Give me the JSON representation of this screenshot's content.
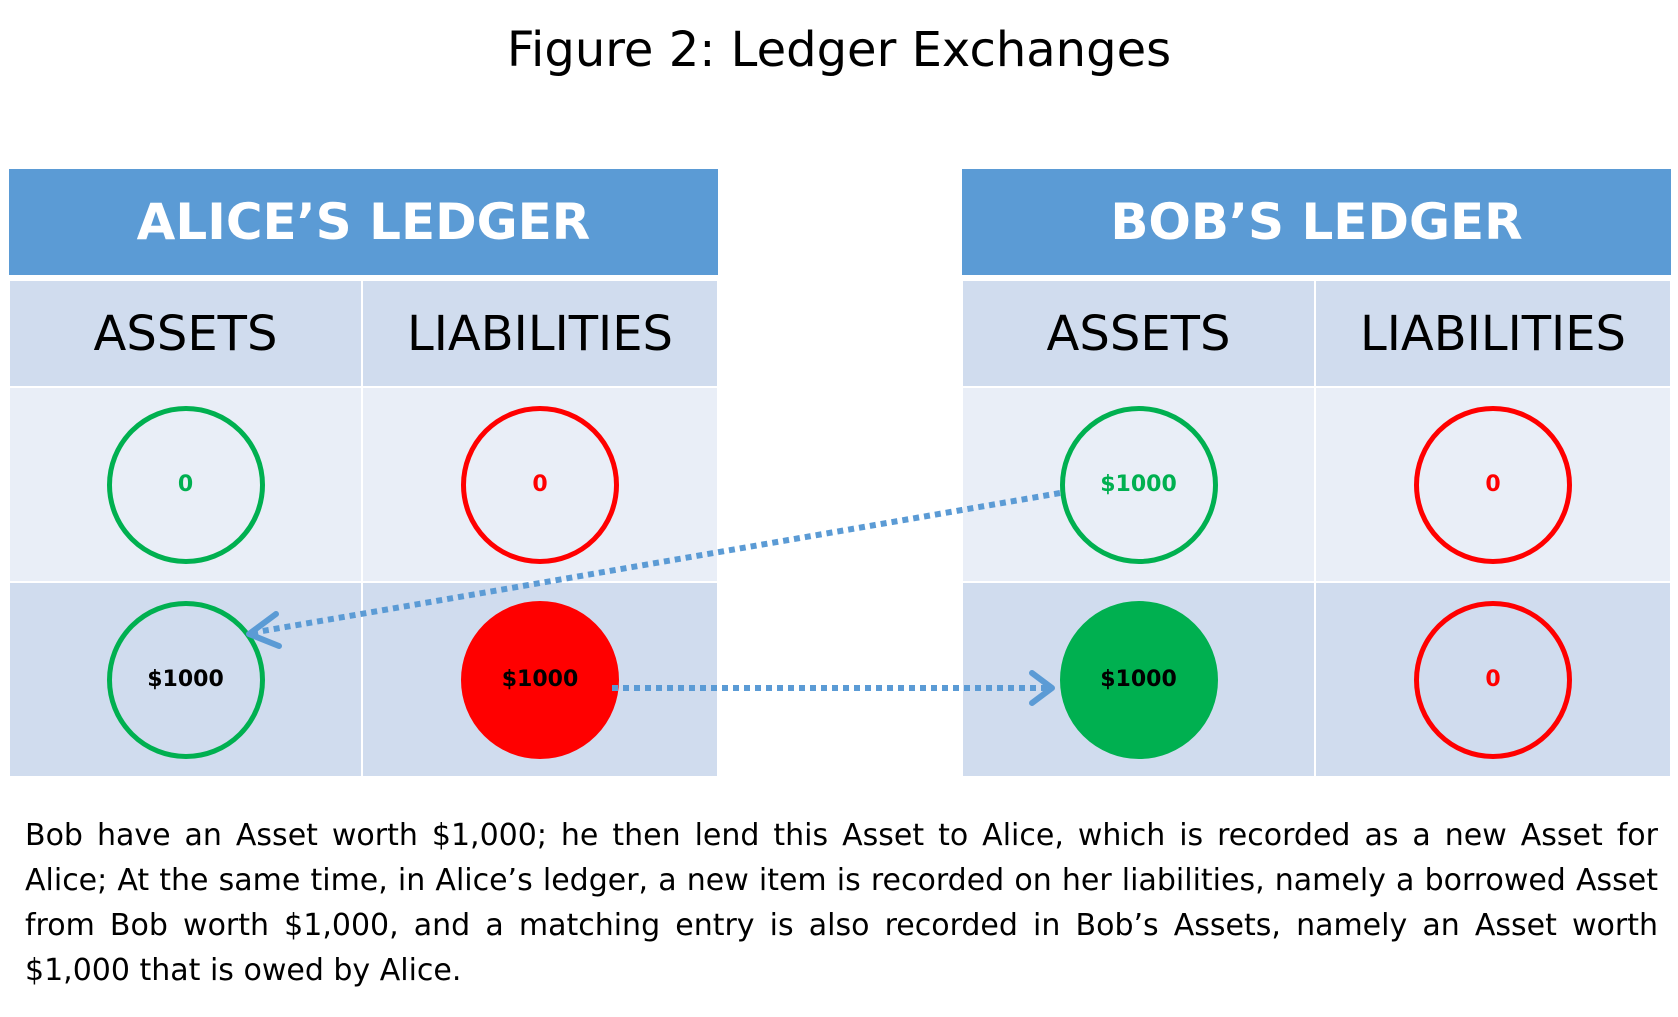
{
  "title": "Figure 2: Ledger Exchanges",
  "alice": {
    "header": "ALICE’S LEDGER",
    "col_assets": "ASSETS",
    "col_liabilities": "LIABILITIES",
    "row1_assets": "0",
    "row1_liabilities": "0",
    "row2_assets": "$1000",
    "row2_liabilities": "$1000"
  },
  "bob": {
    "header": "BOB’S LEDGER",
    "col_assets": "ASSETS",
    "col_liabilities": "LIABILITIES",
    "row1_assets": "$1000",
    "row1_liabilities": "0",
    "row2_assets": "$1000",
    "row2_liabilities": "0"
  },
  "caption": "Bob have an Asset worth $1,000; he then lend this Asset to Alice, which is recorded as a new Asset for Alice; At the same time, in Alice’s ledger, a new item is recorded on her liabilities, namely a borrowed Asset from Bob worth $1,000, and a matching entry is also recorded in Bob’s Assets, namely an Asset worth $1,000 that is owed by Alice.",
  "colors": {
    "header_blue": "#5b9bd5",
    "asset_green": "#00b050",
    "liability_red": "#ff0000",
    "arrow_blue": "#5b9bd5"
  }
}
